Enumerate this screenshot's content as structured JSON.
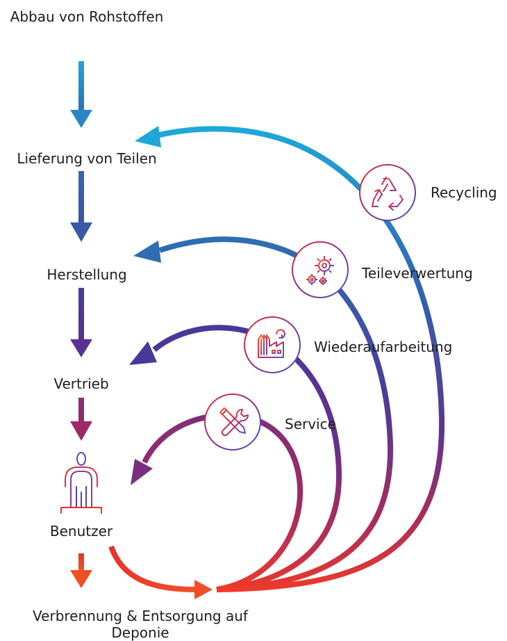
{
  "stages": [
    {
      "id": "abbau",
      "label": "Abbau von Rohstoffen"
    },
    {
      "id": "lieferung",
      "label": "Lieferung von Teilen"
    },
    {
      "id": "herstellung",
      "label": "Herstellung"
    },
    {
      "id": "vertrieb",
      "label": "Vertrieb"
    },
    {
      "id": "benutzer",
      "label": "Benutzer"
    },
    {
      "id": "entsorgung",
      "label": "Verbrennung & Entsorgung auf Deponie"
    }
  ],
  "loops": [
    {
      "id": "recycling",
      "label": "Recycling",
      "icon": "recycle-icon",
      "color": "#1fa6d6"
    },
    {
      "id": "teileverwertung",
      "label": "Teileverwertung",
      "icon": "gears-icon",
      "color": "#2f6db3"
    },
    {
      "id": "wiederaufarbeitung",
      "label": "Wiederaufarbeitung",
      "icon": "factory-icon",
      "color": "#4a3a9c"
    },
    {
      "id": "service",
      "label": "Service",
      "icon": "tools-icon",
      "color": "#7a2f7e"
    }
  ],
  "colors": {
    "cyan": "#1fa6d6",
    "blue": "#3366b0",
    "indigo": "#4b3796",
    "purple": "#6b2f86",
    "magenta": "#9a2a6a",
    "red": "#e8302e",
    "orange": "#f04e23"
  }
}
